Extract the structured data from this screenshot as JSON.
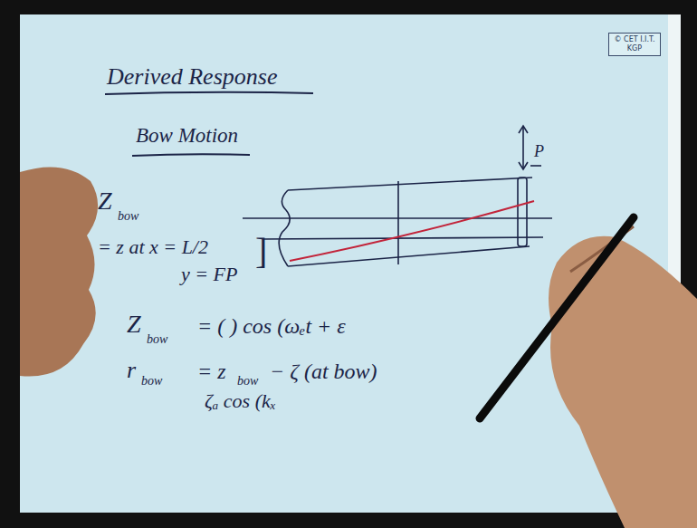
{
  "diagram": {
    "nodes": [
      {
        "text": [
          "© CET I.I.T. KGP"
        ]
      }
    ],
    "labels": [
      "Derived Response",
      "Bow Motion",
      "P",
      "Z",
      "bow",
      "= z at x = L/2",
      "y = FP",
      "]",
      "Z",
      "bow",
      "= ( ) cos (ωₑt + ε",
      "r",
      "bow",
      "= z",
      "bow",
      "− ζ (at bow)",
      "ζₐ cos (kₓ"
    ]
  }
}
